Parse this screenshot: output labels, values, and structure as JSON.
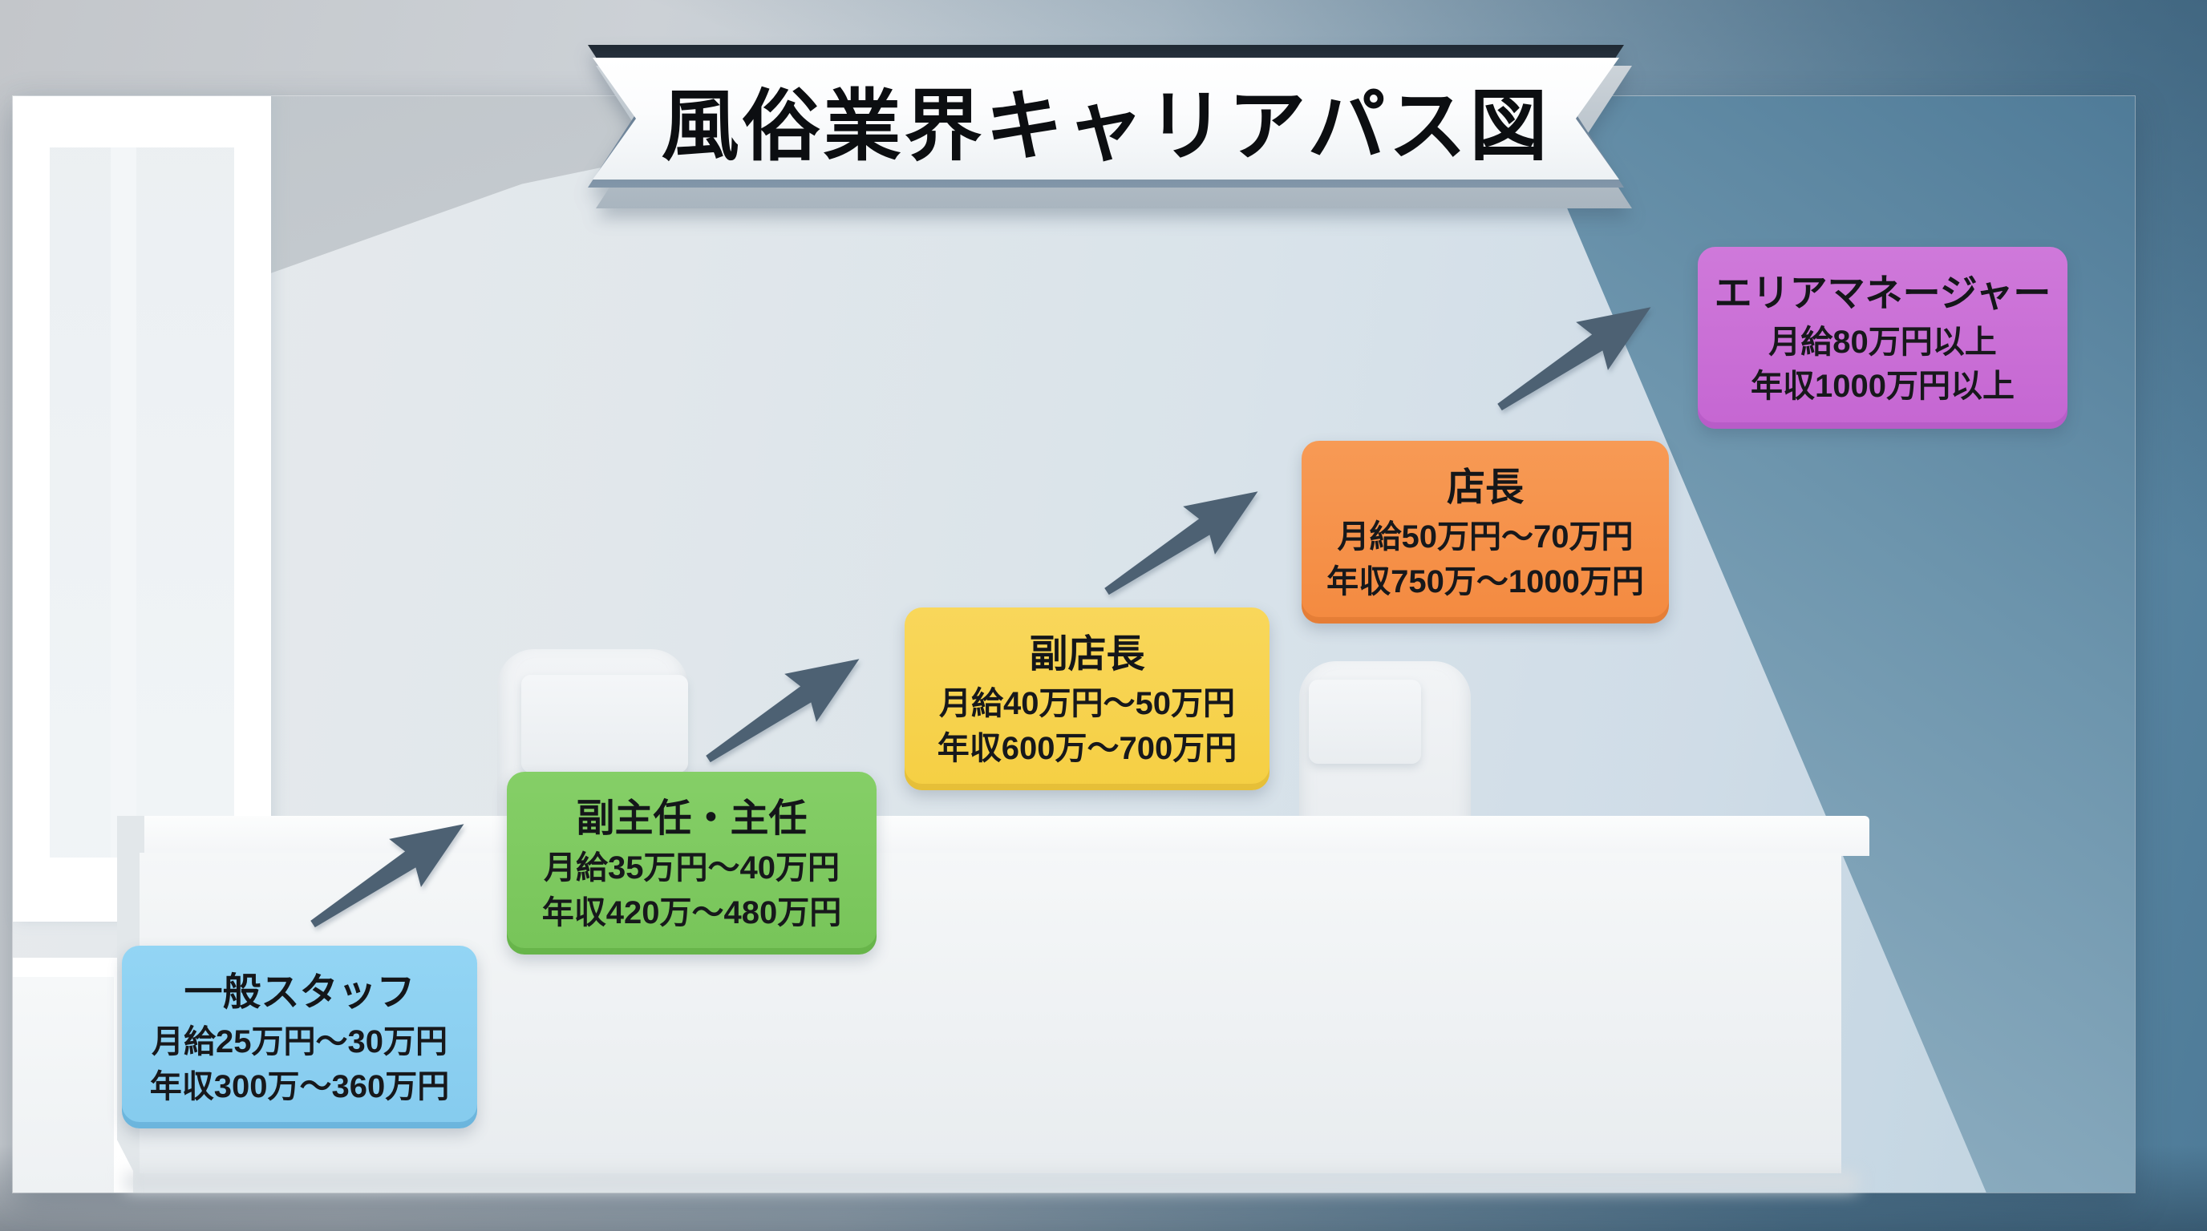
{
  "title": "風俗業界キャリアパス図",
  "diagram": {
    "type": "career-path-steps",
    "direction": "bottom-left-to-top-right",
    "arrow_color": "#4d6173",
    "stages": [
      {
        "name": "一般スタッフ",
        "monthly_salary": "月給25万円〜30万円",
        "annual_salary": "年収300万〜360万円",
        "color": "#8ed1f2"
      },
      {
        "name": "副主任・主任",
        "monthly_salary": "月給35万円〜40万円",
        "annual_salary": "年収420万〜480万円",
        "color": "#7ecb5f"
      },
      {
        "name": "副店長",
        "monthly_salary": "月給40万円〜50万円",
        "annual_salary": "年収600万〜700万円",
        "color": "#f8d54f"
      },
      {
        "name": "店長",
        "monthly_salary": "月給50万円〜70万円",
        "annual_salary": "年収750万〜1000万円",
        "color": "#f6924b"
      },
      {
        "name": "エリアマネージャー",
        "monthly_salary": "月給80万円以上",
        "annual_salary": "年収1000万円以上",
        "color": "#cb70d7"
      }
    ]
  }
}
